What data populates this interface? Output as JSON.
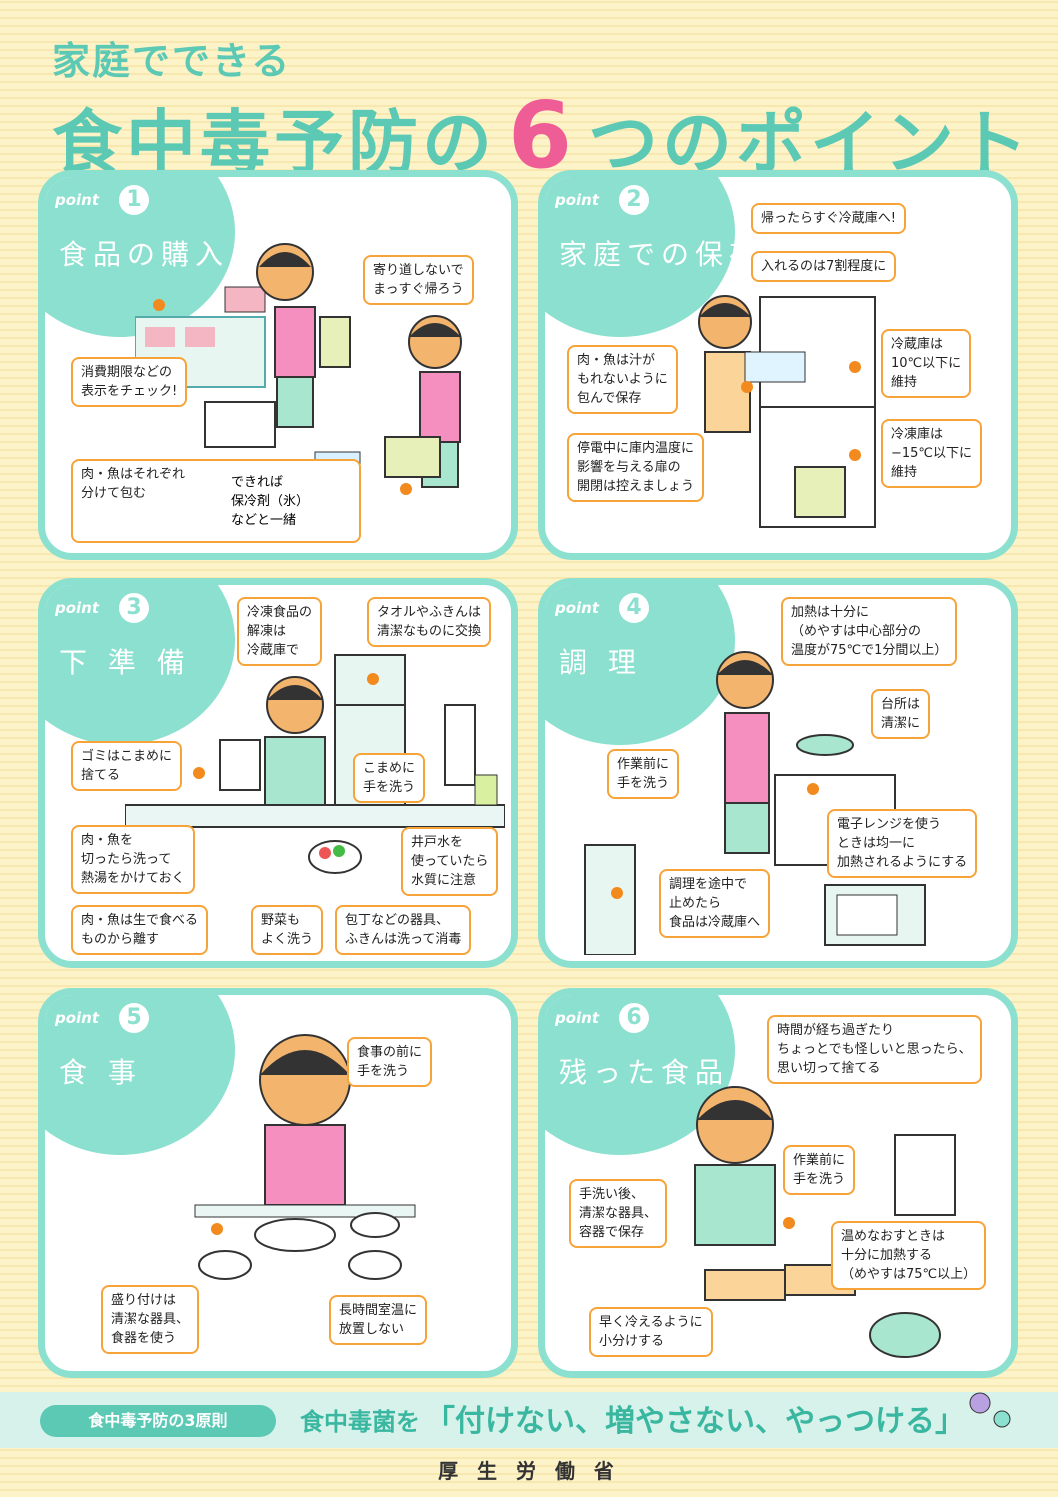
{
  "header": {
    "subtitle": "家庭でできる",
    "title_before": "食中毒予防の",
    "title_number": "6",
    "title_after": "つのポイント"
  },
  "colors": {
    "accent": "#5cc9b5",
    "pink": "#ef5d96",
    "orange": "#f6a43a",
    "panel_border": "#8be0cf"
  },
  "panels": [
    {
      "point_label": "point",
      "number": "1",
      "title": "食品の購入",
      "notes": [
        "寄り道しないで\nまっすぐ帰ろう",
        "消費期限などの\n表示をチェック!",
        "肉・魚はそれぞれ\n分けて包む",
        "できれば\n保冷剤（氷）\nなどと一緒"
      ]
    },
    {
      "point_label": "point",
      "number": "2",
      "title": "家庭での保存",
      "notes": [
        "帰ったらすぐ冷蔵庫へ!",
        "入れるのは7割程度に",
        "肉・魚は汁が\nもれないように\n包んで保存",
        "冷蔵庫は\n10℃以下に\n維持",
        "冷凍庫は\n−15℃以下に\n維持",
        "停電中に庫内温度に\n影響を与える扉の\n開閉は控えましょう"
      ]
    },
    {
      "point_label": "point",
      "number": "3",
      "title": "下 準 備",
      "notes": [
        "冷凍食品の\n解凍は\n冷蔵庫で",
        "タオルやふきんは\n清潔なものに交換",
        "ゴミはこまめに\n捨てる",
        "こまめに\n手を洗う",
        "肉・魚を\n切ったら洗って\n熱湯をかけておく",
        "井戸水を\n使っていたら\n水質に注意",
        "肉・魚は生で食べる\nものから離す",
        "野菜も\nよく洗う",
        "包丁などの器具、\nふきんは洗って消毒"
      ]
    },
    {
      "point_label": "point",
      "number": "4",
      "title": "調 理",
      "notes": [
        "加熱は十分に\n（めやすは中心部分の\n温度が75℃で1分間以上）",
        "台所は\n清潔に",
        "作業前に\n手を洗う",
        "電子レンジを使う\nときは均一に\n加熱されるようにする",
        "調理を途中で\n止めたら\n食品は冷蔵庫へ"
      ]
    },
    {
      "point_label": "point",
      "number": "5",
      "title": "食 事",
      "notes": [
        "食事の前に\n手を洗う",
        "盛り付けは\n清潔な器具、\n食器を使う",
        "長時間室温に\n放置しない"
      ]
    },
    {
      "point_label": "point",
      "number": "6",
      "title": "残った食品",
      "notes": [
        "時間が経ち過ぎたり\nちょっとでも怪しいと思ったら、\n思い切って捨てる",
        "作業前に\n手を洗う",
        "手洗い後、\n清潔な器具、\n容器で保存",
        "温めなおすときは\n十分に加熱する\n（めやすは75℃以上）",
        "早く冷えるように\n小分けする"
      ]
    }
  ],
  "footer": {
    "principle_label": "食中毒予防の3原則",
    "slogan_prefix": "食中毒菌を",
    "slogan": "「付けない、増やさない、やっつける」",
    "ministry": "厚 生 労 働 省"
  }
}
